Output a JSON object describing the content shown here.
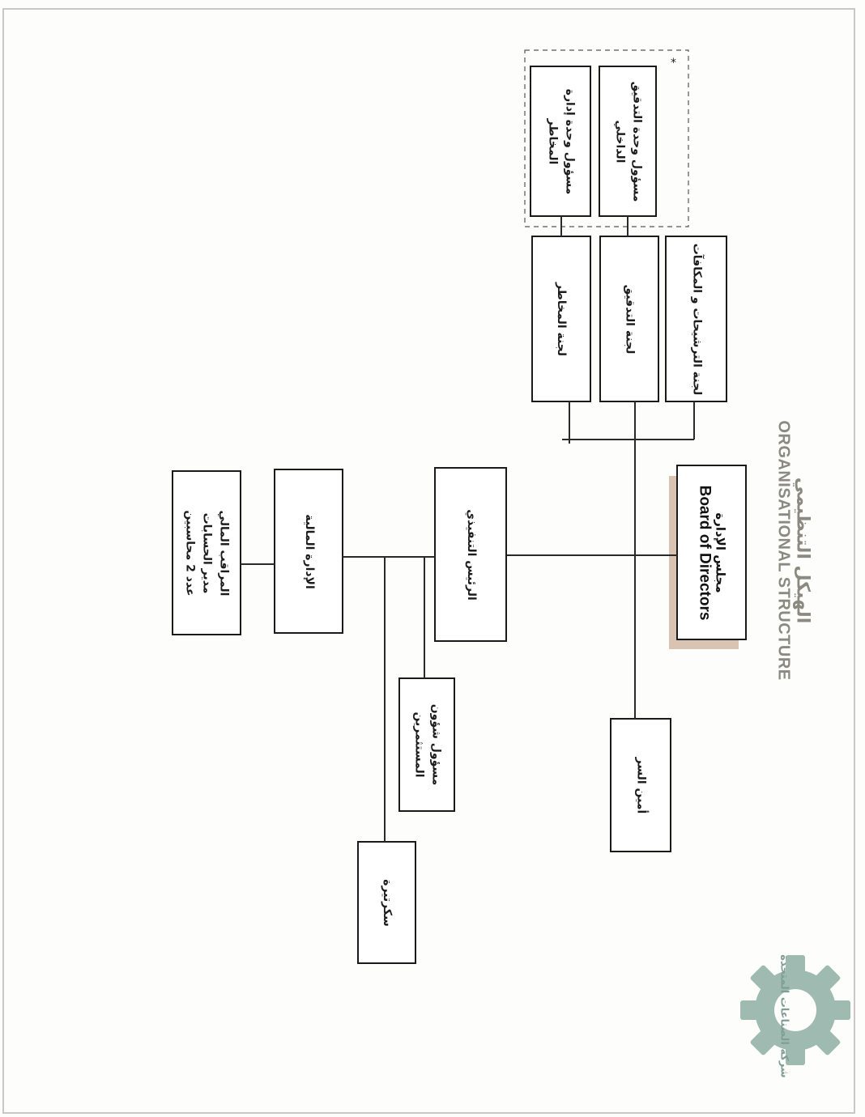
{
  "title": {
    "arabic": "الهيكل التنظيمي",
    "english": "ORGANISATIONAL STRUCTURE"
  },
  "logo": {
    "icon": "gear-icon",
    "caption": "شركة الصناعات المتحدة",
    "color": "#7f9e96"
  },
  "marker": "*",
  "nodes": {
    "board": {
      "arabic": "مجلس الإدارة",
      "english": "Board of Directors"
    },
    "nomination_committee": {
      "label": "لجنة الترشيحات و المكافآت"
    },
    "audit_committee": {
      "label": "لجنة التدقيق"
    },
    "risk_committee": {
      "label": "لجنة المخاطر"
    },
    "internal_audit_officer": {
      "line1": "مسؤول وحدة التدقيق",
      "line2": "الداخلي"
    },
    "risk_officer": {
      "line1": "مسؤول وحدة إدارة",
      "line2": "المخاطر"
    },
    "board_secretary": {
      "label": "أمين السر"
    },
    "ceo": {
      "label": "الرئيس التنفيذي"
    },
    "investor_relations": {
      "line1": "مسؤول شؤون",
      "line2": "المستثمرين"
    },
    "finance_dept": {
      "label": "الإدارة المالية"
    },
    "finance_staff": {
      "line1": "المراقب المالي",
      "line2": "مدير الحسابات",
      "line3": "عدد 2 محاسبين"
    },
    "secretary": {
      "label": "سكرتيرة"
    }
  },
  "colors": {
    "line": "#2a2a2a",
    "box_border": "#1a1a1a",
    "title": "#8a8a80",
    "board_shadow": "#d9c4b4"
  }
}
